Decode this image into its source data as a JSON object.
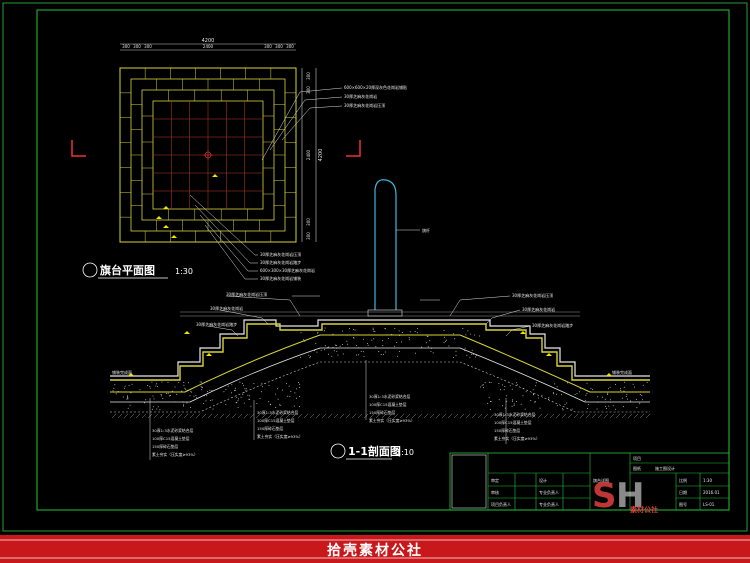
{
  "plan": {
    "top_total": "4200",
    "top_dims_left": [
      "300",
      "300",
      "300"
    ],
    "top_mid": "2400",
    "top_dims_right": [
      "300",
      "300",
      "300"
    ],
    "side_dims": [
      "300",
      "300",
      "2400",
      "300",
      "300"
    ],
    "side_total": "4200",
    "title": "旗台平面图",
    "scale": "1:30",
    "leaders_top": [
      "600×600×20厚深灰色花岗岩铺贴",
      "30厚芝麻灰花岗岩",
      "30厚芝麻灰花岗岩压顶"
    ],
    "leaders_bottom": [
      "30厚芝麻灰花岗岩压顶",
      "30厚芝麻灰花岗岩踏步",
      "600×300×30厚芝麻灰花岗岩",
      "30厚芝麻灰花岗岩铺装"
    ]
  },
  "section": {
    "title": "1-1剖面图",
    "scale": "1:10",
    "pole_label": "旗杆",
    "labels_left": [
      "30厚芝麻灰花岗岩压顶",
      "30厚芝麻灰花岗岩",
      "30厚芝麻灰花岗岩踏步"
    ],
    "labels_right": [
      "30厚芝麻灰花岗岩压顶",
      "30厚芝麻灰花岗岩",
      "30厚芝麻灰花岗岩踏步"
    ],
    "layers_left": [
      "30厚1:3水泥砂浆结合层",
      "100厚C15混凝土垫层",
      "150厚碎石垫层",
      "素土夯实（压实度≥93%）"
    ],
    "layers_mid": [
      "30厚1:3水泥砂浆结合层",
      "100厚C15混凝土垫层",
      "150厚碎石垫层",
      "素土夯实（压实度≥93%）"
    ],
    "layers_right": [
      "30厚1:3水泥砂浆结合层",
      "100厚C15混凝土垫层",
      "150厚碎石垫层",
      "素土夯实（压实度≥93%）"
    ],
    "ground_left": "铺装完成面",
    "ground_right": "铺装完成面"
  },
  "title_block": {
    "project_label": "项目",
    "drawing_label": "图纸",
    "drawing_name": "施工图设计",
    "row_labels": [
      "审定",
      "审核",
      "项目负责人"
    ],
    "row_labels2": [
      "设计",
      "专业负责人",
      "专业负责人"
    ],
    "right_labels": [
      "比例",
      "日期",
      "图号"
    ],
    "right_values": [
      "1:30",
      "2016.01",
      "LS-01"
    ],
    "center_label": "旗台详图",
    "watermark_cn": "素材公社"
  },
  "banner": {
    "text": "拾壳素材公社"
  }
}
